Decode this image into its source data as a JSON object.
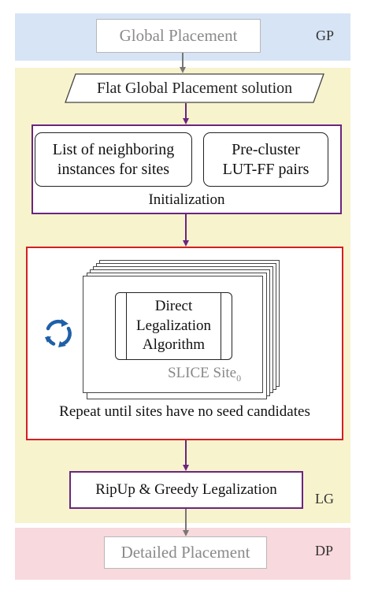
{
  "stages": {
    "gp": {
      "label": "GP",
      "color": "#d6e4f5"
    },
    "lg": {
      "label": "LG",
      "color": "#f7f3cd"
    },
    "dp": {
      "label": "DP",
      "color": "#f8d9dd"
    }
  },
  "nodes": {
    "global_placement": "Global Placement",
    "flat_solution": "Flat Global Placement solution",
    "neighbor_list": [
      "List of neighboring",
      "instances for sites"
    ],
    "precluster": [
      "Pre-cluster",
      "LUT-FF pairs"
    ],
    "initialization": "Initialization",
    "algorithm": [
      "Direct",
      "Legalization",
      "Algorithm"
    ],
    "slice_site": {
      "text": "SLICE Site",
      "subscript": "0"
    },
    "repeat": "Repeat until sites have no seed candidates",
    "ripup": "RipUp & Greedy Legalization",
    "detailed_placement": "Detailed Placement"
  },
  "colors": {
    "arrow_gray": "#777777",
    "arrow_purple": "#6a2580",
    "box_purple": "#6a2580",
    "box_red": "#d42020",
    "cycle_icon": "#1f5fa8"
  },
  "icons": {
    "cycle": "refresh-cycle-icon"
  }
}
